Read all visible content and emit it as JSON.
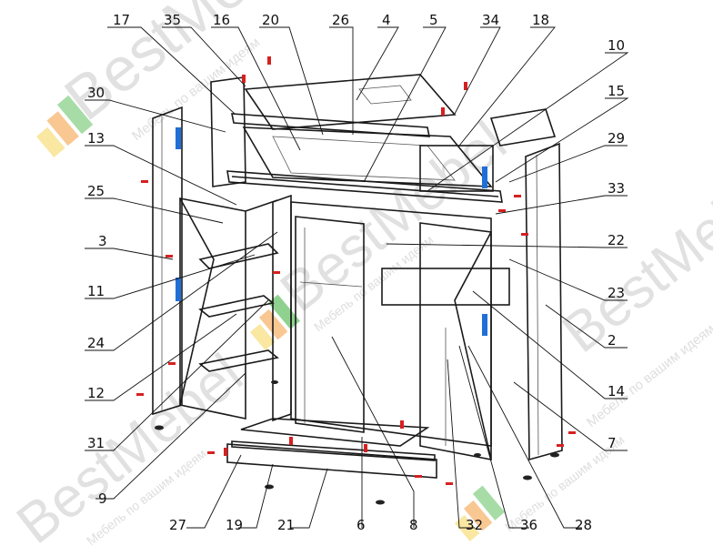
{
  "brand": {
    "name": "BestMebel",
    "tagline": "Мебель по вашим идеям"
  },
  "colors": {
    "line": "#1a1a1a",
    "accent_red": "#d62020",
    "accent_blue": "#1f6fd6",
    "wm_grey": "#c9c9c9",
    "logo_green": "#5fbf5f",
    "logo_orange": "#f5a14a",
    "logo_yellow": "#f7dd7a"
  },
  "labels": {
    "l1": "17",
    "l2": "35",
    "l3": "16",
    "l4": "20",
    "l5": "26",
    "l6": "4",
    "l7": "5",
    "l8": "34",
    "l9": "18",
    "l10": "10",
    "l11": "15",
    "l12": "30",
    "l13": "13",
    "l14": "29",
    "l15": "25",
    "l16": "33",
    "l17": "3",
    "l18": "22",
    "l19": "11",
    "l20": "23",
    "l21": "24",
    "l22": "2",
    "l23": "12",
    "l24": "14",
    "l25": "31",
    "l26": "7",
    "l27": "9",
    "l28": "27",
    "l29": "19",
    "l30": "21",
    "l31": "6",
    "l32": "8",
    "l33": "32",
    "l34": "36",
    "l35": "28"
  }
}
